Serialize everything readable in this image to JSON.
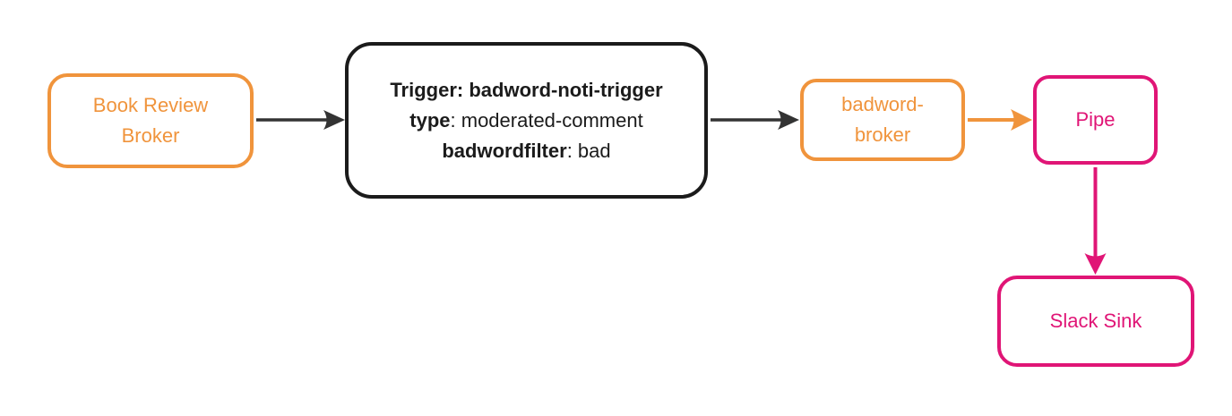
{
  "colors": {
    "orange": "#F0943C",
    "pink": "#E01576",
    "ink": "#1B1B1B",
    "edge": "#333333",
    "background": "#FFFFFF"
  },
  "nodes": {
    "book_review_broker": {
      "label": "Book Review Broker"
    },
    "trigger": {
      "line1": "Trigger: badword-noti-trigger",
      "line2_key": "type",
      "line2_value": ": moderated-comment",
      "line3_key": "badwordfilter",
      "line3_value": ": bad"
    },
    "badword_broker": {
      "label": "badword-broker"
    },
    "pipe": {
      "label": "Pipe"
    },
    "slack_sink": {
      "label": "Slack Sink"
    }
  }
}
